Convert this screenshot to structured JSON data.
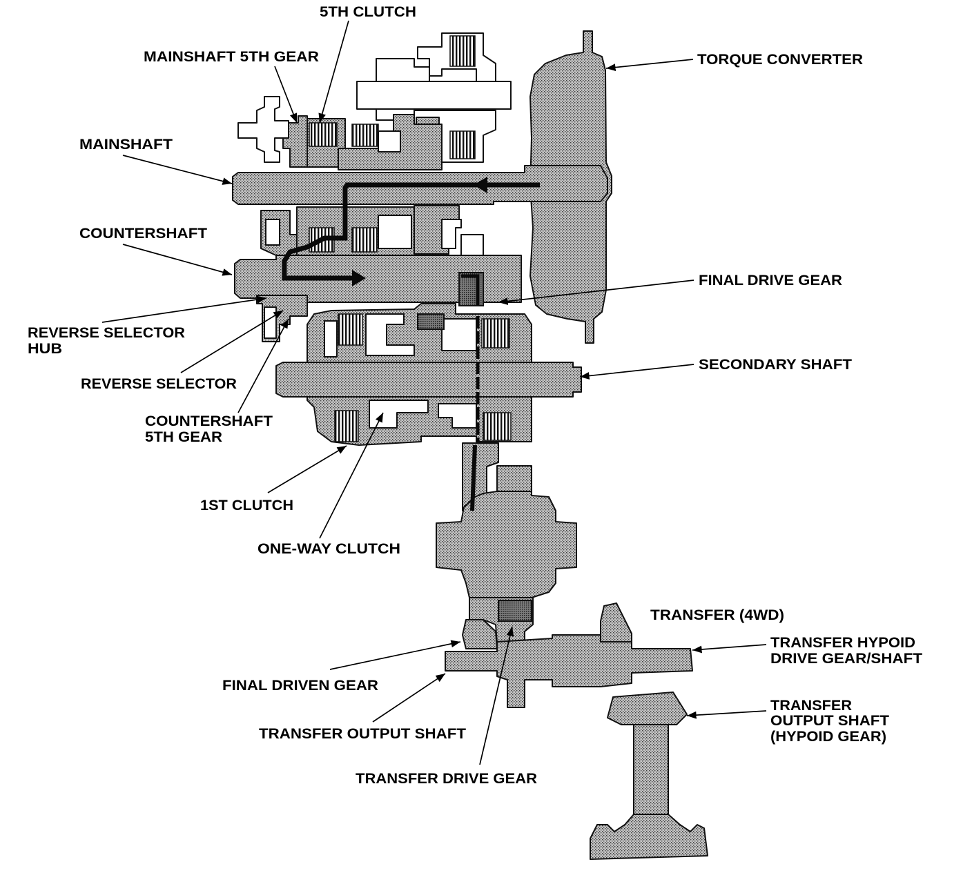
{
  "labels": {
    "fifth_clutch": "5TH CLUTCH",
    "mainshaft_5th_gear": "MAINSHAFT 5TH GEAR",
    "torque_converter": "TORQUE CONVERTER",
    "mainshaft": "MAINSHAFT",
    "countershaft": "COUNTERSHAFT",
    "final_drive_gear": "FINAL DRIVE GEAR",
    "reverse_selector_hub": [
      "REVERSE SELECTOR",
      "HUB"
    ],
    "secondary_shaft": "SECONDARY SHAFT",
    "reverse_selector": "REVERSE SELECTOR",
    "countershaft_5th_gear": [
      "COUNTERSHAFT",
      "5TH GEAR"
    ],
    "first_clutch": "1ST CLUTCH",
    "one_way_clutch": "ONE-WAY CLUTCH",
    "transfer_4wd": "TRANSFER (4WD)",
    "transfer_hypoid_drive_gear_shaft": [
      "TRANSFER HYPOID",
      "DRIVE GEAR/SHAFT"
    ],
    "final_driven_gear": "FINAL DRIVEN GEAR",
    "transfer_output_shaft_hypoid_gear": [
      "TRANSFER",
      "OUTPUT SHAFT",
      "(HYPOID GEAR)"
    ],
    "transfer_output_shaft": "TRANSFER OUTPUT SHAFT",
    "transfer_drive_gear": "TRANSFER DRIVE GEAR"
  }
}
